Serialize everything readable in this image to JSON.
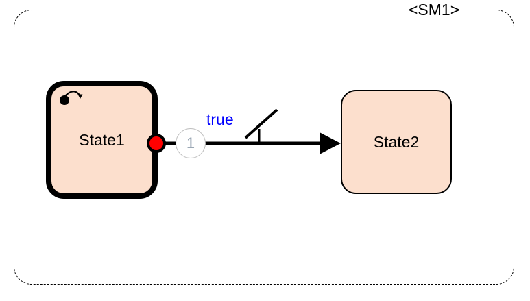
{
  "diagram": {
    "type": "state-machine",
    "title": "<SM1>",
    "frame_style": "dashed",
    "background": "#ffffff"
  },
  "states": [
    {
      "id": "state1",
      "label": "State1",
      "fill": "#fcdfcd",
      "border_color": "#000000",
      "border_width": "8px",
      "is_active": true,
      "has_entry_marker": true,
      "entry_marker_name": "initial-entry-marker"
    },
    {
      "id": "state2",
      "label": "State2",
      "fill": "#fcdfcd",
      "border_color": "#000000",
      "border_width": "2px",
      "is_active": false,
      "has_entry_marker": false
    }
  ],
  "ports": [
    {
      "id": "state1-out-port",
      "color": "#ff0000",
      "outline": "#000000",
      "attached_to": "state1",
      "side": "right"
    }
  ],
  "transitions": [
    {
      "id": "t1",
      "order": "1",
      "order_badge_color": "#9aa7b4",
      "guard": "true",
      "guard_color": "#0000ff",
      "from": "State1",
      "to": "State2",
      "arrow": "filled-triangle",
      "has_guard_slash": true,
      "has_tick_mark": true,
      "line_color": "#000000"
    }
  ],
  "colors": {
    "state_fill": "#fcdfcd",
    "port_red": "#ff0000",
    "guard_blue": "#0000ff",
    "badge_gray": "#9aa7b4",
    "stroke_black": "#000000",
    "frame_dash": "#000000"
  }
}
